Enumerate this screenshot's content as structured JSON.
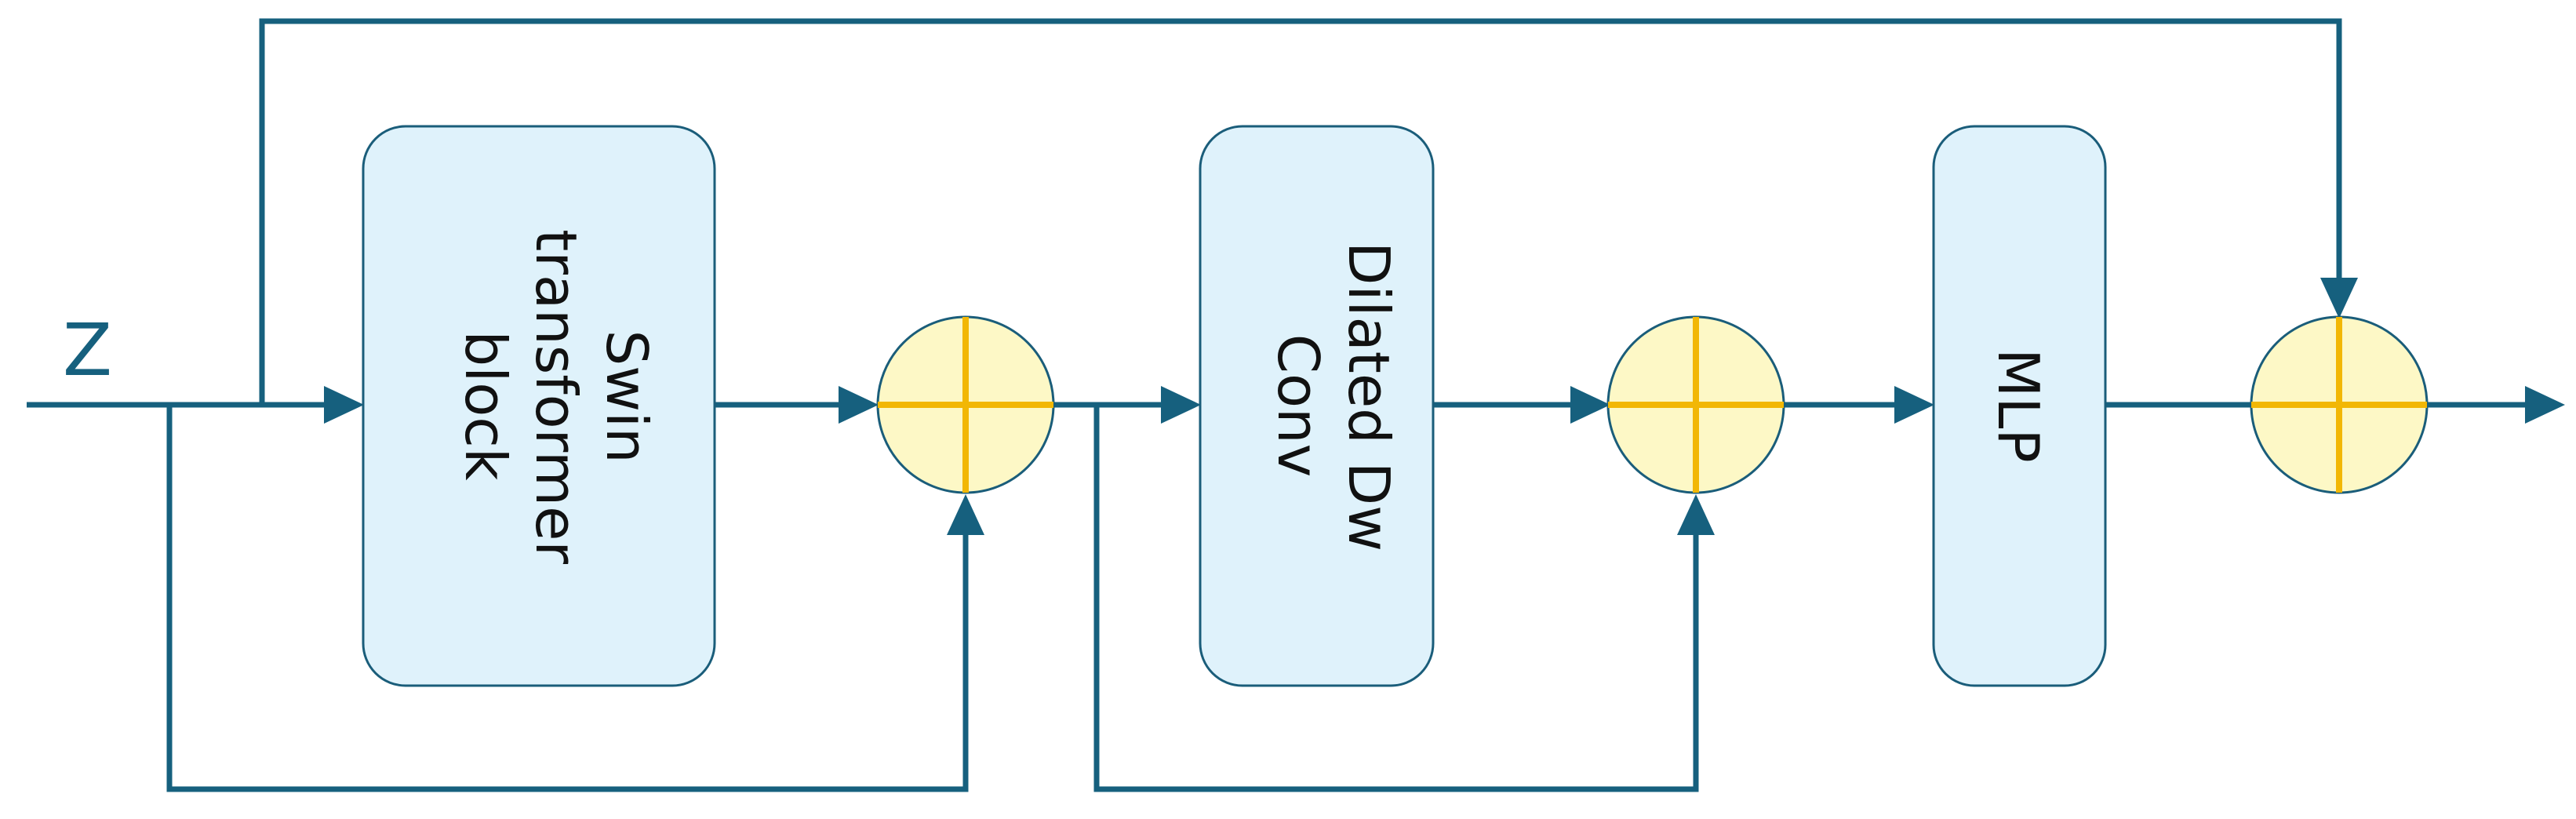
{
  "diagram": {
    "input_label": "Z",
    "blocks": {
      "swin": {
        "lines": [
          "Swin",
          "transformer",
          "block"
        ]
      },
      "dilated": {
        "lines": [
          "Dilated Dw",
          "Conv"
        ]
      },
      "mlp": {
        "lines": [
          "MLP"
        ]
      }
    },
    "colors": {
      "wire": "#16607e",
      "block_fill": "#dff2fb",
      "sum_fill": "#fdf8c6",
      "sum_cross": "#f2b705"
    }
  }
}
